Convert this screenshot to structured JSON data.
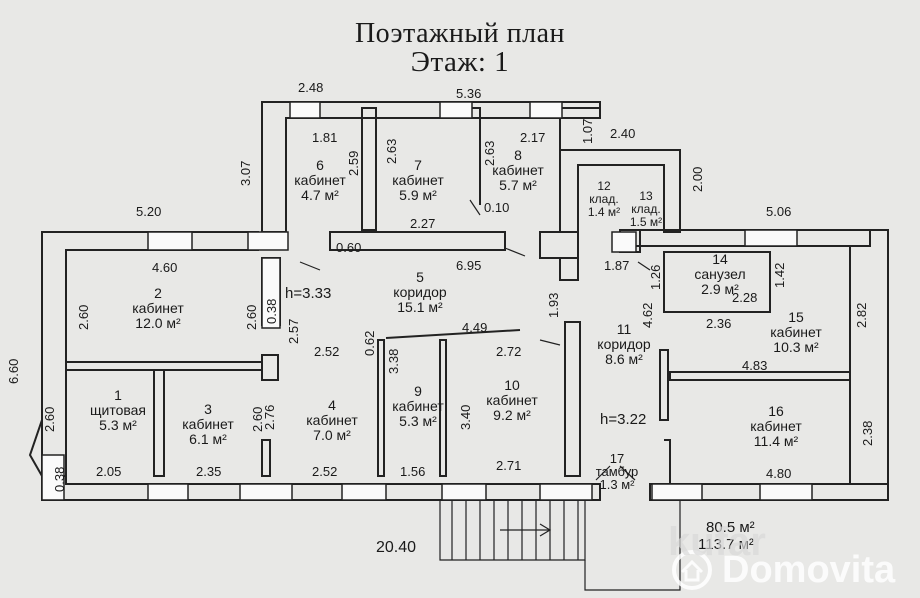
{
  "title": "Поэтажный план",
  "floor": "Этаж: 1",
  "rooms": [
    {
      "num": "1",
      "name": "щитовая",
      "area": "5.3 м²"
    },
    {
      "num": "2",
      "name": "кабинет",
      "area": "12.0 м²"
    },
    {
      "num": "3",
      "name": "кабинет",
      "area": "6.1 м²"
    },
    {
      "num": "4",
      "name": "кабинет",
      "area": "7.0 м²"
    },
    {
      "num": "5",
      "name": "коридор",
      "area": "15.1 м²"
    },
    {
      "num": "6",
      "name": "кабинет",
      "area": "4.7 м²"
    },
    {
      "num": "7",
      "name": "кабинет",
      "area": "5.9 м²"
    },
    {
      "num": "8",
      "name": "кабинет",
      "area": "5.7 м²"
    },
    {
      "num": "9",
      "name": "кабинет",
      "area": "5.3 м²"
    },
    {
      "num": "10",
      "name": "кабинет",
      "area": "9.2 м²"
    },
    {
      "num": "11",
      "name": "коридор",
      "area": "8.6 м²"
    },
    {
      "num": "12",
      "name": "клад.",
      "area": "1.4 м²"
    },
    {
      "num": "13",
      "name": "клад.",
      "area": "1.5 м²"
    },
    {
      "num": "14",
      "name": "санузел",
      "area": "2.9 м²"
    },
    {
      "num": "15",
      "name": "кабинет",
      "area": "10.3 м²"
    },
    {
      "num": "16",
      "name": "кабинет",
      "area": "11.4 м²"
    },
    {
      "num": "17",
      "name": "тамбур",
      "area": "1.3 м²"
    }
  ],
  "heights": [
    "h=3.33",
    "h=3.22"
  ],
  "dimensions": {
    "d1": "2.48",
    "d2": "5.36",
    "d3": "1.81",
    "d4": "2.63",
    "d5": "2.63",
    "d6": "2.17",
    "d7": "1.07",
    "d8": "2.40",
    "d9": "3.07",
    "d10": "2.59",
    "d11": "2.00",
    "d12": "5.20",
    "d13": "5.06",
    "d14": "2.27",
    "d15": "0.10",
    "d16": "0.60",
    "d17": "6.95",
    "d18": "4.60",
    "d19": "1.87",
    "d20": "1.26",
    "d21": "1.42",
    "d22": "2.28",
    "d23": "4.62",
    "d24": "2.60",
    "d25": "2.60",
    "d26": "0.38",
    "d27": "2.57",
    "d28": "1.93",
    "d29": "2.36",
    "d30": "2.82",
    "d31": "6.60",
    "d32": "0.62",
    "d33": "4.49",
    "d34": "2.52",
    "d35": "2.72",
    "d36": "3.38",
    "d37": "4.83",
    "d38": "2.60",
    "d39": "2.76",
    "d40": "3.40",
    "d41": "2.60",
    "d42": "2.38",
    "d43": "0.38",
    "d44": "2.05",
    "d45": "2.35",
    "d46": "2.52",
    "d47": "1.56",
    "d48": "2.71",
    "d49": "4.80",
    "d50": "20.40"
  },
  "totals": [
    "80.5 м²",
    "113.7 м²"
  ],
  "watermarks": {
    "kufar": "kufar",
    "domovita": "Domovita"
  }
}
